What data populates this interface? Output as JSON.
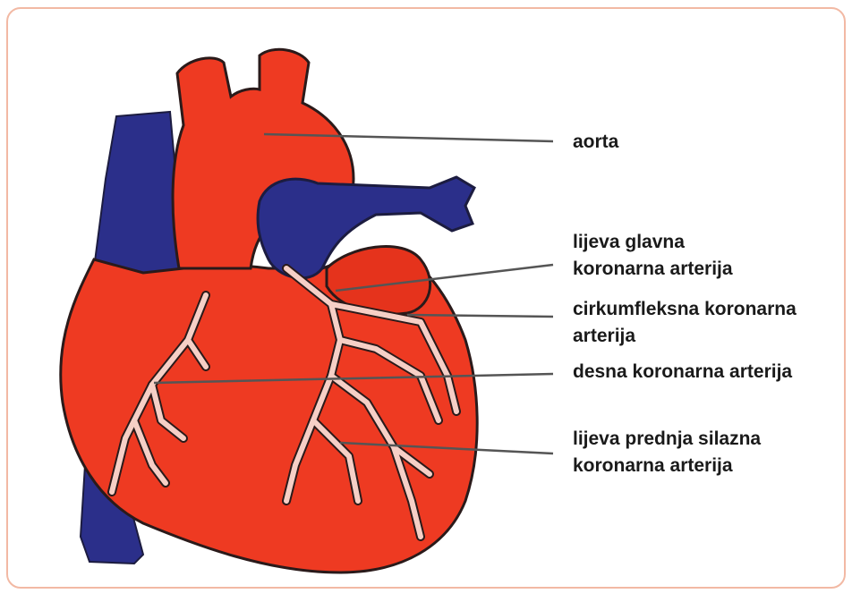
{
  "diagram": {
    "colors": {
      "heart": "#ee3a22",
      "heart_outline": "#2a1a1a",
      "vein": "#2b2f8a",
      "artery": "#f6cfc6",
      "frame_border": "#f2b9a4",
      "label_text": "#1a1a1a"
    },
    "labels": [
      {
        "id": "aorta",
        "lines": [
          "aorta"
        ]
      },
      {
        "id": "left_main",
        "lines": [
          "lijeva glavna",
          "koronarna arterija"
        ]
      },
      {
        "id": "circumflex",
        "lines": [
          "cirkumfleksna koronarna",
          "arterija"
        ]
      },
      {
        "id": "right_coronary",
        "lines": [
          "desna koronarna arterija"
        ]
      },
      {
        "id": "lad",
        "lines": [
          "lijeva prednja silazna",
          "koronarna arterija"
        ]
      }
    ]
  }
}
